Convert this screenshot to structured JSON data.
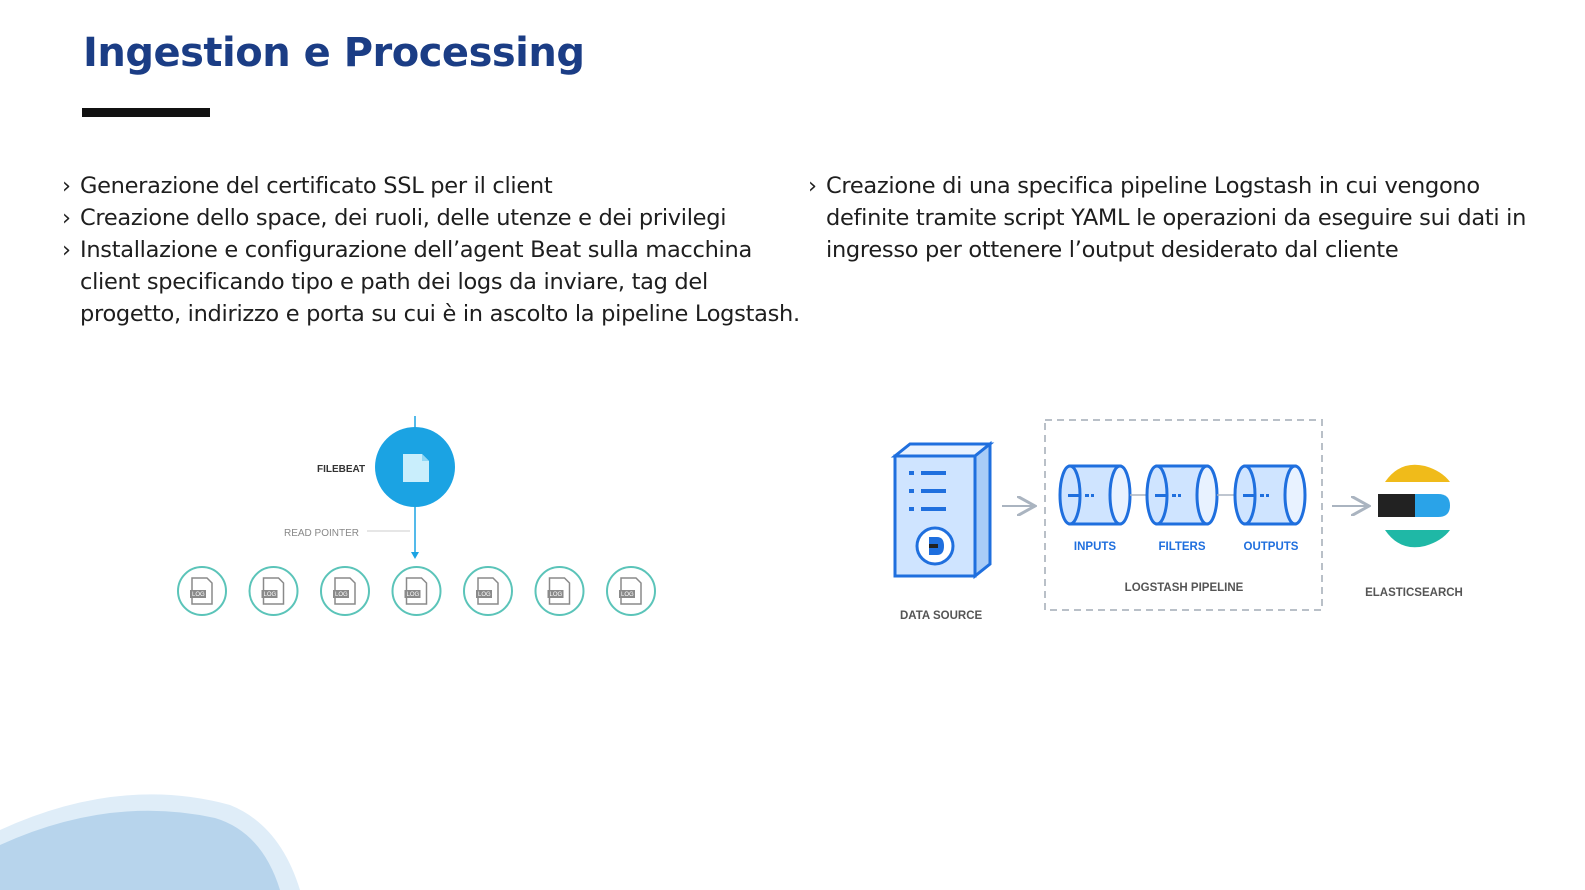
{
  "slide": {
    "title": "Ingestion e Processing",
    "left_bullets": [
      "Generazione del certificato SSL per il client",
      "Creazione dello space, dei ruoli, delle utenze e dei privilegi",
      "Installazione e configurazione dell’agent Beat sulla macchina client specificando tipo e path dei logs da inviare, tag del progetto, indirizzo e porta su cui è in ascolto la pipeline Logstash."
    ],
    "right_bullets": [
      "Creazione di una specifica pipeline Logstash in cui vengono definite tramite script YAML le operazioni da eseguire sui dati in ingresso per ottenere l’output desiderato dal cliente"
    ]
  },
  "filebeat_diagram": {
    "filebeat_label": "FILEBEAT",
    "read_pointer_label": "READ POINTER",
    "log_icon_text": "LOG",
    "log_count": 7,
    "colors": {
      "filebeat": "#1ba3e3",
      "log_ring": "#5bc4b9",
      "line": "#1ba3e3"
    }
  },
  "logstash_diagram": {
    "data_source_label": "DATA SOURCE",
    "pipeline_label": "LOGSTASH PIPELINE",
    "stages": [
      "INPUTS",
      "FILTERS",
      "OUTPUTS"
    ],
    "elasticsearch_label": "ELASTICSEARCH",
    "colors": {
      "stroke": "#1f6fde",
      "fill": "#cfe4ff",
      "stage_text": "#1f6fde",
      "es_yellow": "#f0bb1a",
      "es_black": "#222222",
      "es_blue": "#2aa3e8",
      "es_teal": "#1fb8a6"
    }
  }
}
